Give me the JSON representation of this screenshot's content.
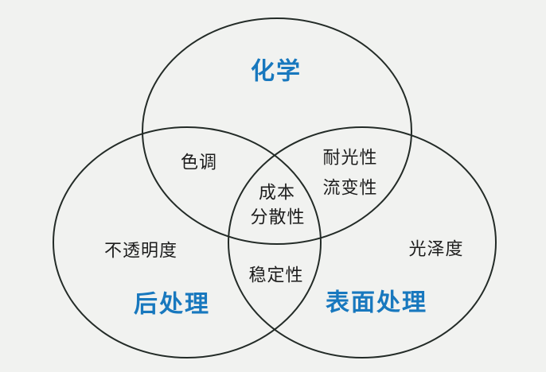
{
  "colors": {
    "background": "#f1f2f0",
    "circle_stroke": "#232b27",
    "set_title": "#1878be",
    "region_label": "#1d1d1d"
  },
  "diagram": {
    "type": "venn",
    "description": "Three-set Venn diagram of pigment/coating properties",
    "sets": [
      {
        "id": "chemistry",
        "label": "化学"
      },
      {
        "id": "post_processing",
        "label": "后处理"
      },
      {
        "id": "surface_treatment",
        "label": "表面处理"
      }
    ],
    "regions": {
      "chemistry_post": [
        "色调"
      ],
      "chemistry_surface": [
        "耐光性",
        "流变性"
      ],
      "all_three": [
        "成本",
        "分散性"
      ],
      "post_only": [
        "不透明度"
      ],
      "surface_only": [
        "光泽度"
      ],
      "post_surface": [
        "稳定性"
      ]
    }
  }
}
